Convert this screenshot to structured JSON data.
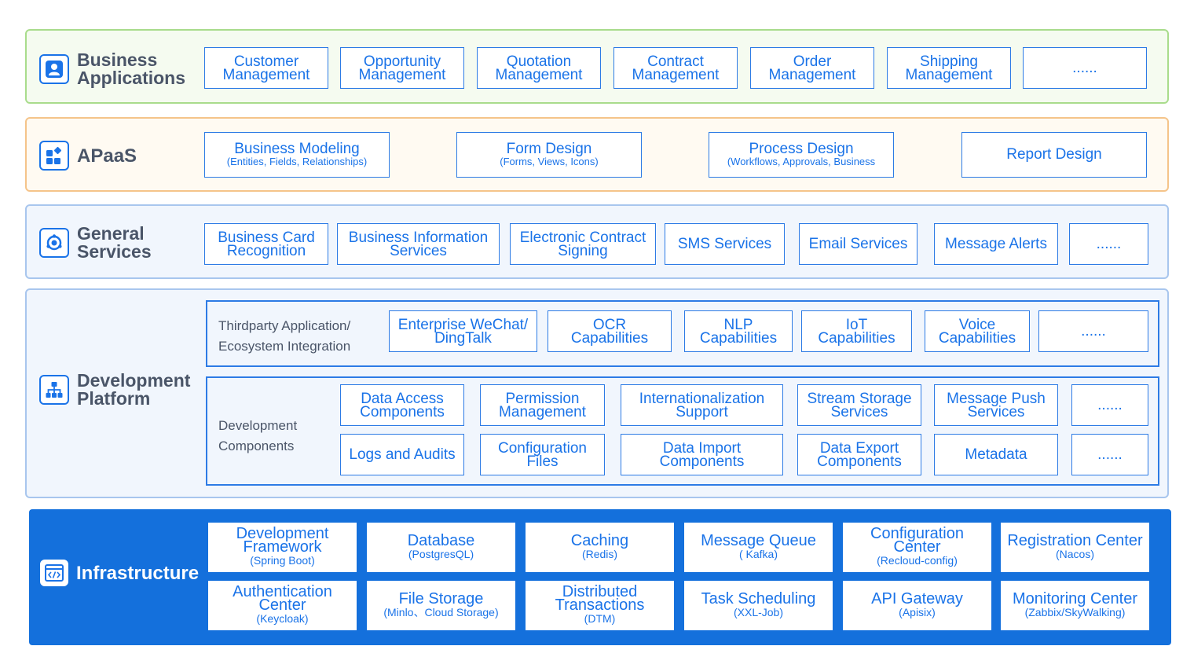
{
  "layers": {
    "business": {
      "title_line1": "Business",
      "title_line2": "Applications",
      "icon": "user-icon",
      "items": [
        {
          "line1": "Customer",
          "line2": "Management"
        },
        {
          "line1": "Opportunity",
          "line2": "Management"
        },
        {
          "line1": "Quotation",
          "line2": "Management"
        },
        {
          "line1": "Contract",
          "line2": "Management"
        },
        {
          "line1": "Order",
          "line2": "Management"
        },
        {
          "line1": "Shipping",
          "line2": "Management"
        },
        {
          "line1": "......"
        }
      ]
    },
    "apaas": {
      "title": "APaaS",
      "icon": "widgets-icon",
      "items": [
        {
          "line1": "Business Modeling",
          "line2": "(Entities, Fields, Relationships)"
        },
        {
          "line1": "Form Design",
          "line2": "(Forms, Views, Icons)"
        },
        {
          "line1": "Process Design",
          "line2": "(Workflows, Approvals, Business"
        },
        {
          "line1": "Report Design"
        }
      ]
    },
    "general": {
      "title_line1": "General",
      "title_line2": "Services",
      "icon": "services-icon",
      "items": [
        {
          "line1": "Business Card",
          "line2": "Recognition"
        },
        {
          "line1": "Business Information",
          "line2": "Services"
        },
        {
          "line1": "Electronic Contract",
          "line2": "Signing"
        },
        {
          "line1": "SMS Services"
        },
        {
          "line1": "Email Services"
        },
        {
          "line1": "Message Alerts"
        },
        {
          "line1": "......"
        }
      ]
    },
    "dev": {
      "title_line1": "Development",
      "title_line2": "Platform",
      "icon": "hierarchy-icon",
      "thirdparty": {
        "label_line1": "Thirdparty Application/",
        "label_line2": "Ecosystem Integration",
        "items": [
          {
            "line1": "Enterprise WeChat/",
            "line2": "DingTalk"
          },
          {
            "line1": "OCR",
            "line2": "Capabilities"
          },
          {
            "line1": "NLP",
            "line2": "Capabilities"
          },
          {
            "line1": "IoT",
            "line2": "Capabilities"
          },
          {
            "line1": "Voice",
            "line2": "Capabilities"
          },
          {
            "line1": "......"
          }
        ]
      },
      "components": {
        "label_line1": "Development",
        "label_line2": "Components",
        "row1": [
          {
            "line1": "Data Access",
            "line2": "Components"
          },
          {
            "line1": "Permission",
            "line2": "Management"
          },
          {
            "line1": "Internationalization",
            "line2": "Support"
          },
          {
            "line1": "Stream Storage",
            "line2": "Services"
          },
          {
            "line1": "Message Push",
            "line2": "Services"
          },
          {
            "line1": "......"
          }
        ],
        "row2": [
          {
            "line1": "Logs and Audits"
          },
          {
            "line1": "Configuration",
            "line2": "Files"
          },
          {
            "line1": "Data Import",
            "line2": "Components"
          },
          {
            "line1": "Data Export",
            "line2": "Components"
          },
          {
            "line1": "Metadata"
          },
          {
            "line1": "......"
          }
        ]
      }
    },
    "infra": {
      "title": "Infrastructure",
      "icon": "code-window-icon",
      "row1": [
        {
          "line1": "Development",
          "line1b": "Framework",
          "line2": "(Spring Boot)"
        },
        {
          "line1": "Database",
          "line2": "(PostgresQL)"
        },
        {
          "line1": "Caching",
          "line2": "(Redis)"
        },
        {
          "line1": "Message Queue",
          "line2": "( Kafka)"
        },
        {
          "line1": "Configuration",
          "line1b": "Center",
          "line2": "(Recloud-config)"
        },
        {
          "line1": "Registration Center",
          "line2": "(Nacos)"
        }
      ],
      "row2": [
        {
          "line1": "Authentication",
          "line1b": "Center",
          "line2": "(Keycloak)"
        },
        {
          "line1": "File Storage",
          "line2": "(Minlo、Cloud Storage)"
        },
        {
          "line1": "Distributed",
          "line1b": "Transactions",
          "line2": "(DTM)"
        },
        {
          "line1": "Task Scheduling",
          "line2": "(XXL-Job)"
        },
        {
          "line1": "API Gateway",
          "line2": "(Apisix)"
        },
        {
          "line1": "Monitoring Center",
          "line2": "(Zabbix/SkyWalking)"
        }
      ]
    }
  },
  "colors": {
    "primary_blue": "#1a73e8",
    "business_border": "#a9dc8c",
    "business_bg": "#f5fbf0",
    "apaas_border": "#f5c48a",
    "apaas_bg": "#fffaf2",
    "general_border": "#a8c6ee",
    "general_bg": "#f1f6fd",
    "infra_bg": "#1470dc"
  }
}
